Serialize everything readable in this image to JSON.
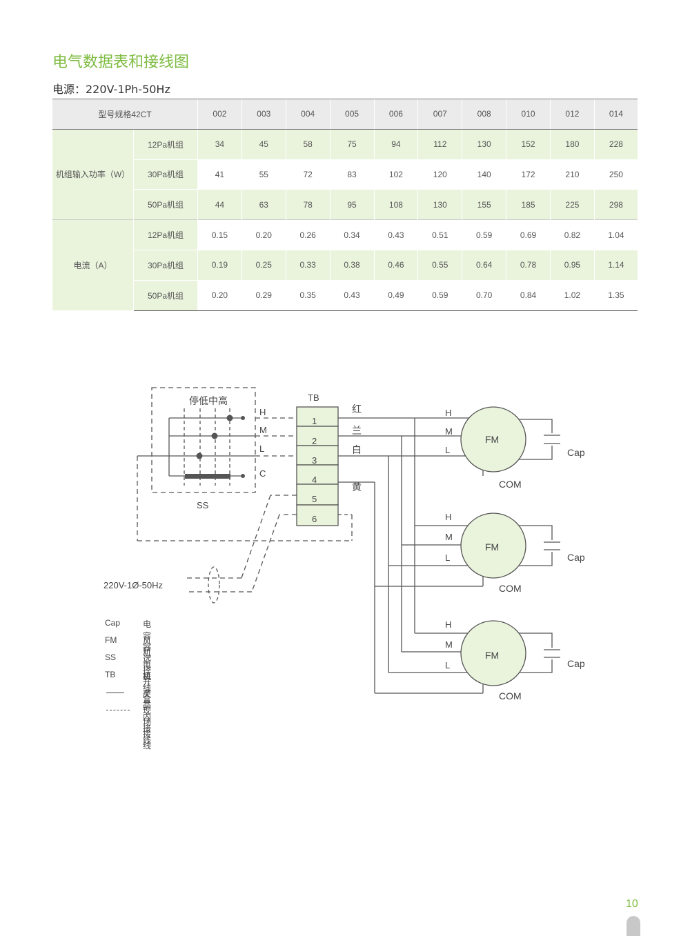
{
  "page": {
    "title": "电气数据表和接线图",
    "power_supply": "电源：220V-1Ph-50Hz",
    "page_number": "10"
  },
  "table": {
    "model_header": "型号规格42CT",
    "models": [
      "002",
      "003",
      "004",
      "005",
      "006",
      "007",
      "008",
      "010",
      "012",
      "014"
    ],
    "groups": [
      {
        "label": "机组输入功率（W）",
        "rows": [
          {
            "label": "12Pa机组",
            "values": [
              "34",
              "45",
              "58",
              "75",
              "94",
              "112",
              "130",
              "152",
              "180",
              "228"
            ]
          },
          {
            "label": "30Pa机组",
            "values": [
              "41",
              "55",
              "72",
              "83",
              "102",
              "120",
              "140",
              "172",
              "210",
              "250"
            ]
          },
          {
            "label": "50Pa机组",
            "values": [
              "44",
              "63",
              "78",
              "95",
              "108",
              "130",
              "155",
              "185",
              "225",
              "298"
            ]
          }
        ]
      },
      {
        "label": "电流（A）",
        "rows": [
          {
            "label": "12Pa机组",
            "values": [
              "0.15",
              "0.20",
              "0.26",
              "0.34",
              "0.43",
              "0.51",
              "0.59",
              "0.69",
              "0.82",
              "1.04"
            ]
          },
          {
            "label": "30Pa机组",
            "values": [
              "0.19",
              "0.25",
              "0.33",
              "0.38",
              "0.46",
              "0.55",
              "0.64",
              "0.78",
              "0.95",
              "1.14"
            ]
          },
          {
            "label": "50Pa机组",
            "values": [
              "0.20",
              "0.29",
              "0.35",
              "0.43",
              "0.49",
              "0.59",
              "0.70",
              "0.84",
              "1.02",
              "1.35"
            ]
          }
        ]
      }
    ]
  },
  "diagram": {
    "switch_title": "停低中高",
    "switch_name": "SS",
    "switch_terminals": [
      "H",
      "M",
      "L",
      "C"
    ],
    "tb_label": "TB",
    "tb_terminals": [
      "1",
      "2",
      "3",
      "4",
      "5",
      "6"
    ],
    "wire_colors": [
      "红",
      "兰",
      "白",
      "黄"
    ],
    "supply_label": "220V-1Ø-50Hz",
    "motor_label": "FM",
    "motor_taps": [
      "H",
      "M",
      "L"
    ],
    "common_label": "COM",
    "capacitor_label": "Cap",
    "accent_fill": "#eaf4dd"
  },
  "legend": [
    {
      "code": "Cap",
      "desc": "电容器"
    },
    {
      "code": "FM",
      "desc": "风机电机"
    },
    {
      "code": "SS",
      "desc": "选择开关"
    },
    {
      "code": "TB",
      "desc": "接线盒"
    },
    {
      "code": "",
      "desc": "产品内接线",
      "line": "solid"
    },
    {
      "code": "",
      "desc": "现场接线",
      "line": "dashed"
    }
  ]
}
